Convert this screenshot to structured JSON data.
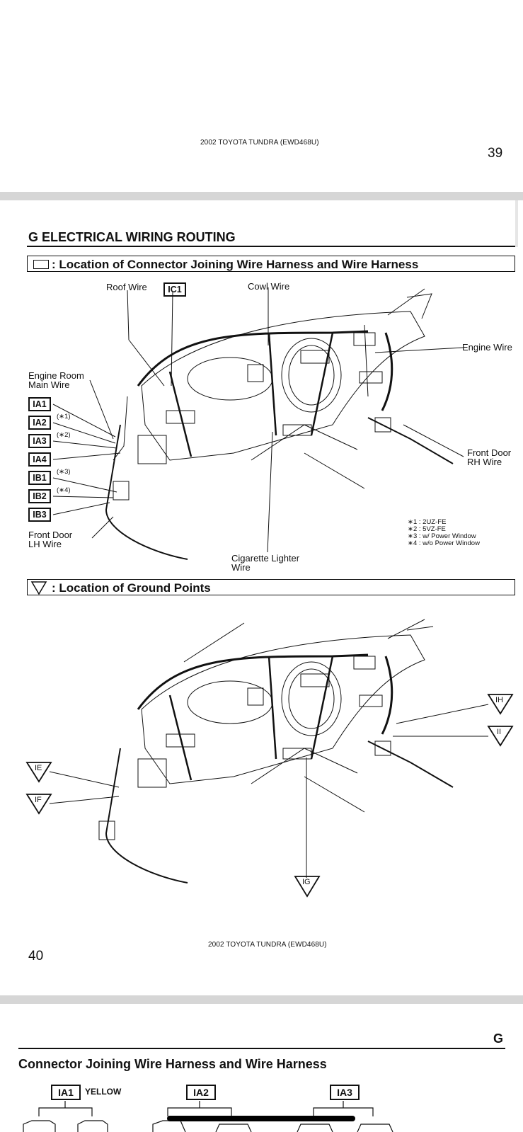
{
  "page39": {
    "header": "2002 TOYOTA TUNDRA (EWD468U)",
    "page_number": "39"
  },
  "page40": {
    "section_title": "G  ELECTRICAL WIRING ROUTING",
    "connector_bar": ": Location of Connector Joining Wire Harness and Wire Harness",
    "labels": {
      "roof_wire": "Roof Wire",
      "ic1": "IC1",
      "cowl_wire": "Cowl Wire",
      "engine_wire": "Engine Wire",
      "engine_room_main_wire_1": "Engine Room",
      "engine_room_main_wire_2": "Main Wire",
      "front_door_rh_wire_1": "Front Door",
      "front_door_rh_wire_2": "RH Wire",
      "front_door_lh_wire_1": "Front Door",
      "front_door_lh_wire_2": "LH Wire",
      "cigarette_lighter_wire_1": "Cigarette Lighter",
      "cigarette_lighter_wire_2": "Wire"
    },
    "connectors": [
      {
        "id": "IA1",
        "note": ""
      },
      {
        "id": "IA2",
        "note": "(∗1)"
      },
      {
        "id": "IA3",
        "note": "(∗2)"
      },
      {
        "id": "IA4",
        "note": ""
      },
      {
        "id": "IB1",
        "note": "(∗3)"
      },
      {
        "id": "IB2",
        "note": "(∗4)"
      },
      {
        "id": "IB3",
        "note": ""
      }
    ],
    "notes": [
      "∗1 :  2UZ-FE",
      "∗2 :  5VZ-FE",
      "∗3 :  w/ Power Window",
      "∗4 :  w/o Power Window"
    ],
    "ground_bar": ": Location of Ground Points",
    "ground_points": [
      "IE",
      "IF",
      "IG",
      "IH",
      "II"
    ],
    "footer": "2002 TOYOTA TUNDRA (EWD468U)",
    "page_number": "40"
  },
  "page41": {
    "corner_letter": "G",
    "title": "Connector Joining Wire Harness and Wire Harness",
    "connectors": [
      {
        "id": "IA1",
        "color": "YELLOW"
      },
      {
        "id": "IA2",
        "color": ""
      },
      {
        "id": "IA3",
        "color": ""
      }
    ]
  }
}
